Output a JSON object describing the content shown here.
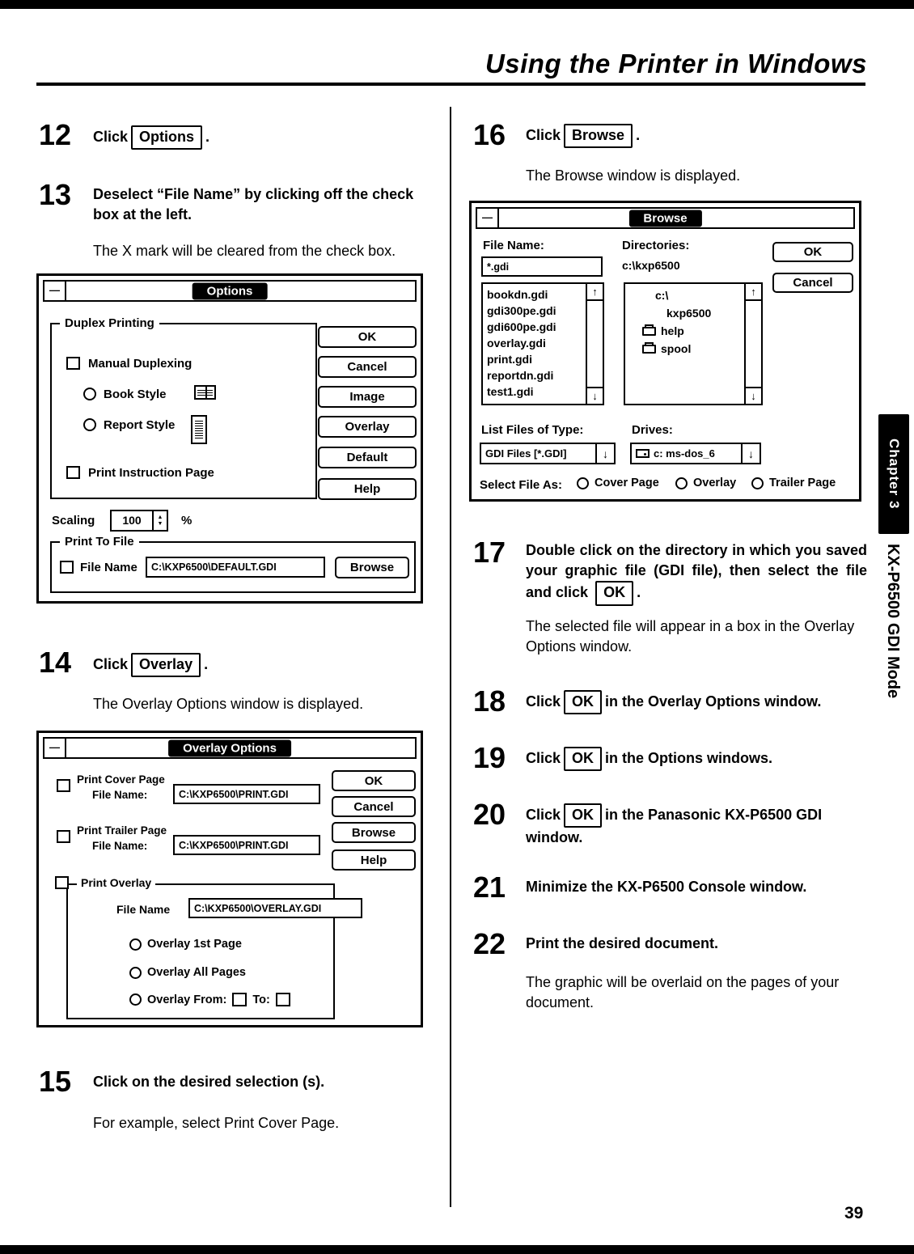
{
  "header": {
    "title": "Using the Printer in Windows"
  },
  "footer": {
    "page_number": "39"
  },
  "sidebar": {
    "chapter_tab": "Chapter 3",
    "mode_label": "KX-P6500 GDI Mode"
  },
  "icons": {
    "minimize_dash": "—",
    "scroll_up": "↑",
    "scroll_down": "↓",
    "combo_arrow": "↓",
    "spinner_up": "▲",
    "spinner_down": "▼"
  },
  "left": {
    "step12": {
      "num": "12",
      "pre": "Click",
      "button": "Options",
      "post": "."
    },
    "step13": {
      "num": "13",
      "bold": "Deselect “File Name” by clicking off the check box at the left.",
      "para": "The X mark will be cleared from the check box."
    },
    "options_dialog": {
      "title": "Options",
      "duplex_group": "Duplex Printing",
      "manual_duplexing": "Manual Duplexing",
      "book_style": "Book Style",
      "report_style": "Report Style",
      "print_instruction": "Print Instruction Page",
      "ok": "OK",
      "cancel": "Cancel",
      "image": "Image",
      "overlay": "Overlay",
      "default": "Default",
      "help": "Help",
      "scaling_label": "Scaling",
      "scaling_value": "100",
      "percent": "%",
      "print_to_file_group": "Print To File",
      "file_name": "File Name",
      "file_value": "C:\\KXP6500\\DEFAULT.GDI",
      "browse": "Browse"
    },
    "step14": {
      "num": "14",
      "pre": "Click",
      "button": "Overlay",
      "post": ".",
      "para": "The Overlay Options window is displayed."
    },
    "overlay_dialog": {
      "title": "Overlay Options",
      "cover_line1": "Print Cover Page",
      "cover_line2": "File Name:",
      "cover_value": "C:\\KXP6500\\PRINT.GDI",
      "trailer_line1": "Print Trailer Page",
      "trailer_line2": "File Name:",
      "trailer_value": "C:\\KXP6500\\PRINT.GDI",
      "ok": "OK",
      "cancel": "Cancel",
      "browse": "Browse",
      "help": "Help",
      "overlay_group": "Print Overlay",
      "file_name": "File Name",
      "overlay_value": "C:\\KXP6500\\OVERLAY.GDI",
      "overlay_first": "Overlay 1st Page",
      "overlay_all": "Overlay All Pages",
      "overlay_from": "Overlay From:",
      "to_label": "To:"
    },
    "step15": {
      "num": "15",
      "bold": "Click on the desired selection (s).",
      "para": "For example, select Print Cover Page."
    }
  },
  "right": {
    "step16": {
      "num": "16",
      "pre": "Click",
      "button": "Browse",
      "post": ".",
      "para": "The Browse window is displayed."
    },
    "browse_dialog": {
      "title": "Browse",
      "file_name_label": "File Name:",
      "directories_label": "Directories:",
      "pattern": "*.gdi",
      "dir_path": "c:\\kxp6500",
      "files": [
        "bookdn.gdi",
        "gdi300pe.gdi",
        "gdi600pe.gdi",
        "overlay.gdi",
        "print.gdi",
        "reportdn.gdi",
        "test1.gdi"
      ],
      "dirs": [
        "c:\\",
        "kxp6500",
        "help",
        "spool"
      ],
      "ok": "OK",
      "cancel": "Cancel",
      "list_type_label": "List Files of Type:",
      "list_type_value": "GDI Files [*.GDI]",
      "drives_label": "Drives:",
      "drives_value": "c: ms-dos_6",
      "select_file_as": "Select File As:",
      "cover_page": "Cover Page",
      "overlay": "Overlay",
      "trailer_page": "Trailer Page"
    },
    "step17": {
      "num": "17",
      "bold_pre": "Double click on the directory in which you saved your graphic file (GDI file), then select the file and click",
      "ok": "OK",
      "bold_post": ".",
      "para": "The selected file will appear in a box in the Overlay Options window."
    },
    "step18": {
      "num": "18",
      "pre": "Click",
      "ok": "OK",
      "post": "in the Overlay Options window."
    },
    "step19": {
      "num": "19",
      "pre": "Click",
      "ok": "OK",
      "post": "in the Options windows."
    },
    "step20": {
      "num": "20",
      "pre": "Click",
      "ok": "OK",
      "post": "in the Panasonic KX-P6500 GDI window."
    },
    "step21": {
      "num": "21",
      "bold": "Minimize the KX-P6500 Console window."
    },
    "step22": {
      "num": "22",
      "bold": "Print the desired document.",
      "para": "The graphic will be overlaid on the pages of your document."
    }
  }
}
